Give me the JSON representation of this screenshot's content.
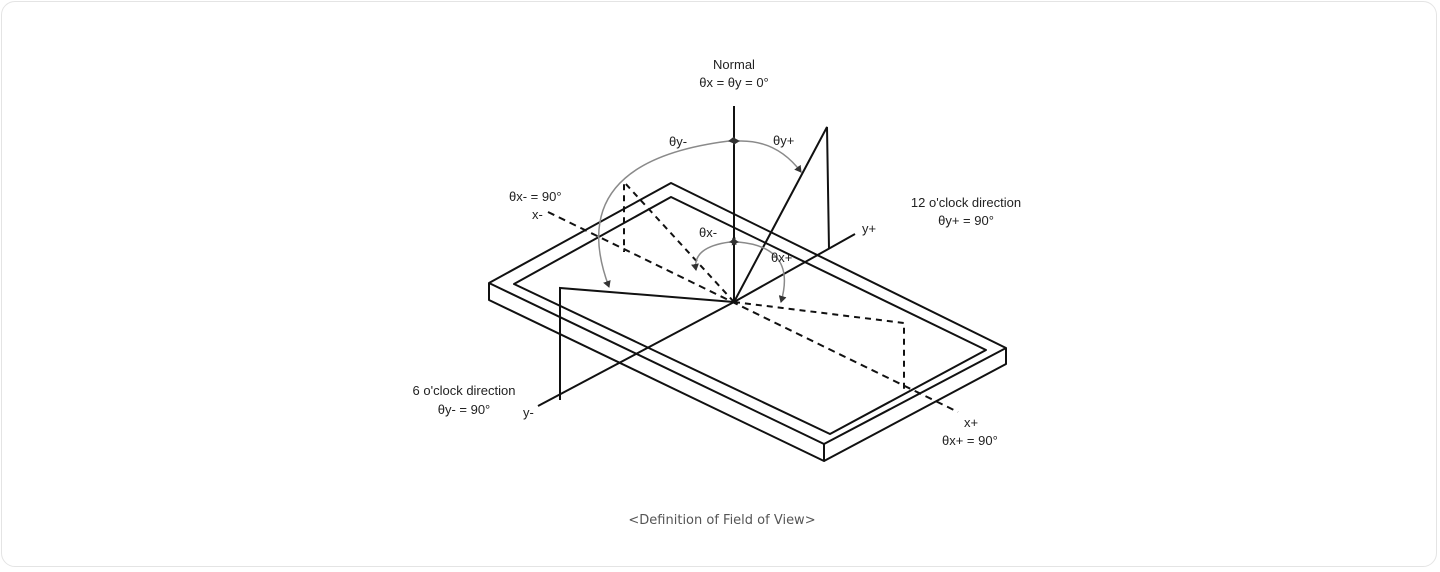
{
  "labels": {
    "normal_title": "Normal",
    "normal_eq": "θx = θy = 0°",
    "theta_y_minus": "θy-",
    "theta_y_plus": "θy+",
    "theta_x_minus": "θx-",
    "theta_x_plus": "θx+",
    "x_minus_eq": "θx- = 90°",
    "x_minus_axis": "x-",
    "y_plus_axis": "y+",
    "twelve_oclock_title": "12 o'clock direction",
    "twelve_oclock_eq": "θy+ = 90°",
    "six_oclock_title": "6 o'clock direction",
    "six_oclock_eq": "θy- = 90°",
    "y_minus_axis": "y-",
    "x_plus_axis": "x+",
    "x_plus_eq": "θx+ = 90°"
  },
  "caption": "<Definition of Field of View>"
}
